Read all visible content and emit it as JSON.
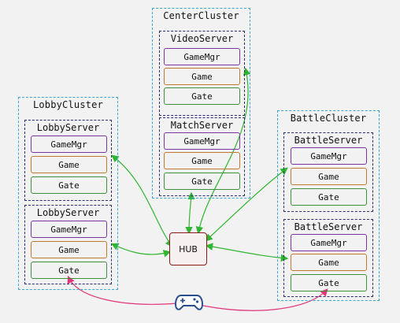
{
  "center_cluster": {
    "title": "CenterCluster",
    "video_server": {
      "title": "VideoServer",
      "components": [
        "GameMgr",
        "Game",
        "Gate"
      ]
    },
    "match_server": {
      "title": "MatchServer",
      "components": [
        "GameMgr",
        "Game",
        "Gate"
      ]
    }
  },
  "lobby_cluster": {
    "title": "LobbyCluster",
    "servers": [
      {
        "title": "LobbyServer",
        "components": [
          "GameMgr",
          "Game",
          "Gate"
        ]
      },
      {
        "title": "LobbyServer",
        "components": [
          "GameMgr",
          "Game",
          "Gate"
        ]
      }
    ]
  },
  "battle_cluster": {
    "title": "BattleCluster",
    "servers": [
      {
        "title": "BattleServer",
        "components": [
          "GameMgr",
          "Game",
          "Gate"
        ]
      },
      {
        "title": "BattleServer",
        "components": [
          "GameMgr",
          "Game",
          "Gate"
        ]
      }
    ]
  },
  "hub": {
    "label": "HUB"
  },
  "client": {
    "icon": "gamepad-icon"
  },
  "colors": {
    "cluster_border": "#3aa6d0",
    "server_border": "#2d2d6b",
    "gamemgr_border": "#7a35a5",
    "game_border": "#c07a2e",
    "gate_border": "#3e8e3e",
    "hub_border": "#8a1a1a",
    "hub_link": "#2fb52f",
    "client_link": "#e0357a",
    "gamepad": "#2a4f8f"
  }
}
